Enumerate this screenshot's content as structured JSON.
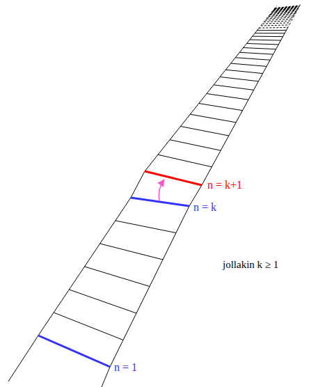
{
  "diagram": {
    "labels": [
      "n = k+1",
      "n = k",
      "jollakin k ≥ 1",
      "n = 1"
    ]
  }
}
